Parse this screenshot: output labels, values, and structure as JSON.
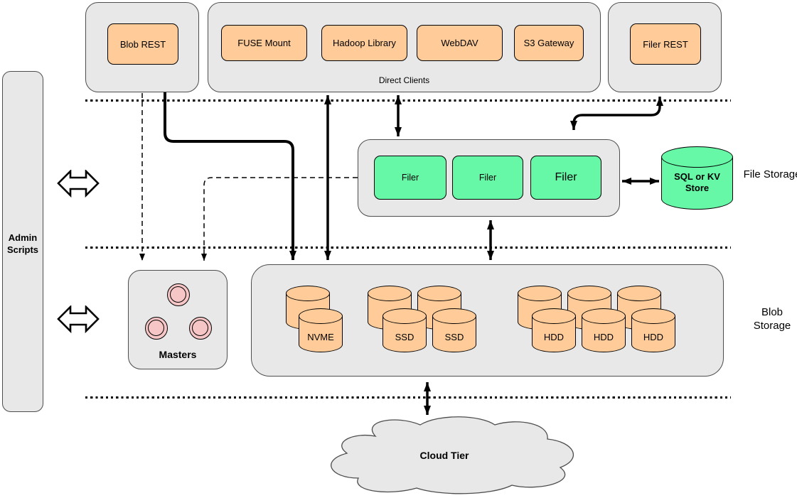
{
  "colors": {
    "orange": "#ffcc99",
    "green": "#66f7a7",
    "pink": "#f6c5c5",
    "container_grey": "#e8e8e8"
  },
  "admin_scripts": {
    "label": "Admin Scripts"
  },
  "blob_rest": {
    "label": "Blob REST"
  },
  "direct_clients": {
    "label": "Direct Clients",
    "clients": [
      "FUSE Mount",
      "Hadoop Library",
      "WebDAV",
      "S3 Gateway"
    ]
  },
  "filer_rest": {
    "label": "Filer REST"
  },
  "file_storage": {
    "section_label": "File Storage",
    "filers": [
      "Filer",
      "Filer",
      "Filer"
    ],
    "store_label": "SQL or KV Store"
  },
  "masters": {
    "label": "Masters"
  },
  "blob_storage": {
    "section_label": "Blob Storage",
    "volumes": [
      "NVME",
      "SSD",
      "SSD",
      "HDD",
      "HDD",
      "HDD"
    ]
  },
  "cloud": {
    "label": "Cloud Tier"
  }
}
